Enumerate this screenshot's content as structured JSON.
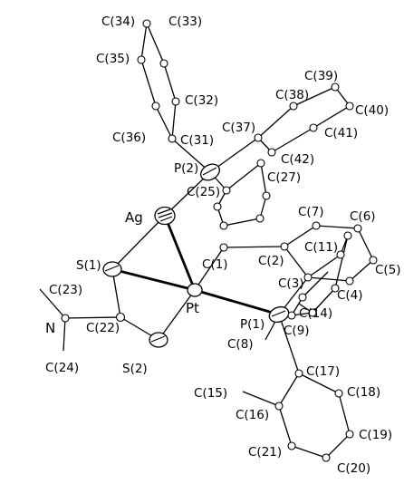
{
  "labels": {
    "ag": "Ag",
    "pt": "Pt",
    "p1": "P(1)",
    "p2": "P(2)",
    "s1": "S(1)",
    "s2": "S(2)",
    "n": "N",
    "c1": "C(1)",
    "c2": "C(2)",
    "c3": "C(3)",
    "c4": "C(4)",
    "c5": "C(5)",
    "c6": "C(6)",
    "c7": "C(7)",
    "c8": "C(8)",
    "c9": "C(9)",
    "c11": "C(11)",
    "c14": "C(14)",
    "c15": "C(15)",
    "c16": "C(16)",
    "c17": "C(17)",
    "c18": "C(18)",
    "c19": "C(19)",
    "c20": "C(20)",
    "c21": "C(21)",
    "c22": "C(22)",
    "c23": "C(23)",
    "c24": "C(24)",
    "c25": "C(25)",
    "c27": "C(27)",
    "c31": "C(31)",
    "c32": "C(32)",
    "c33": "C(33)",
    "c34": "C(34)",
    "c35": "C(35)",
    "c36": "C(36)",
    "c37": "C(37)",
    "c38": "C(38)",
    "c39": "C(39)",
    "c40": "C(40)",
    "c41": "C(41)",
    "c42": "C(42)"
  }
}
